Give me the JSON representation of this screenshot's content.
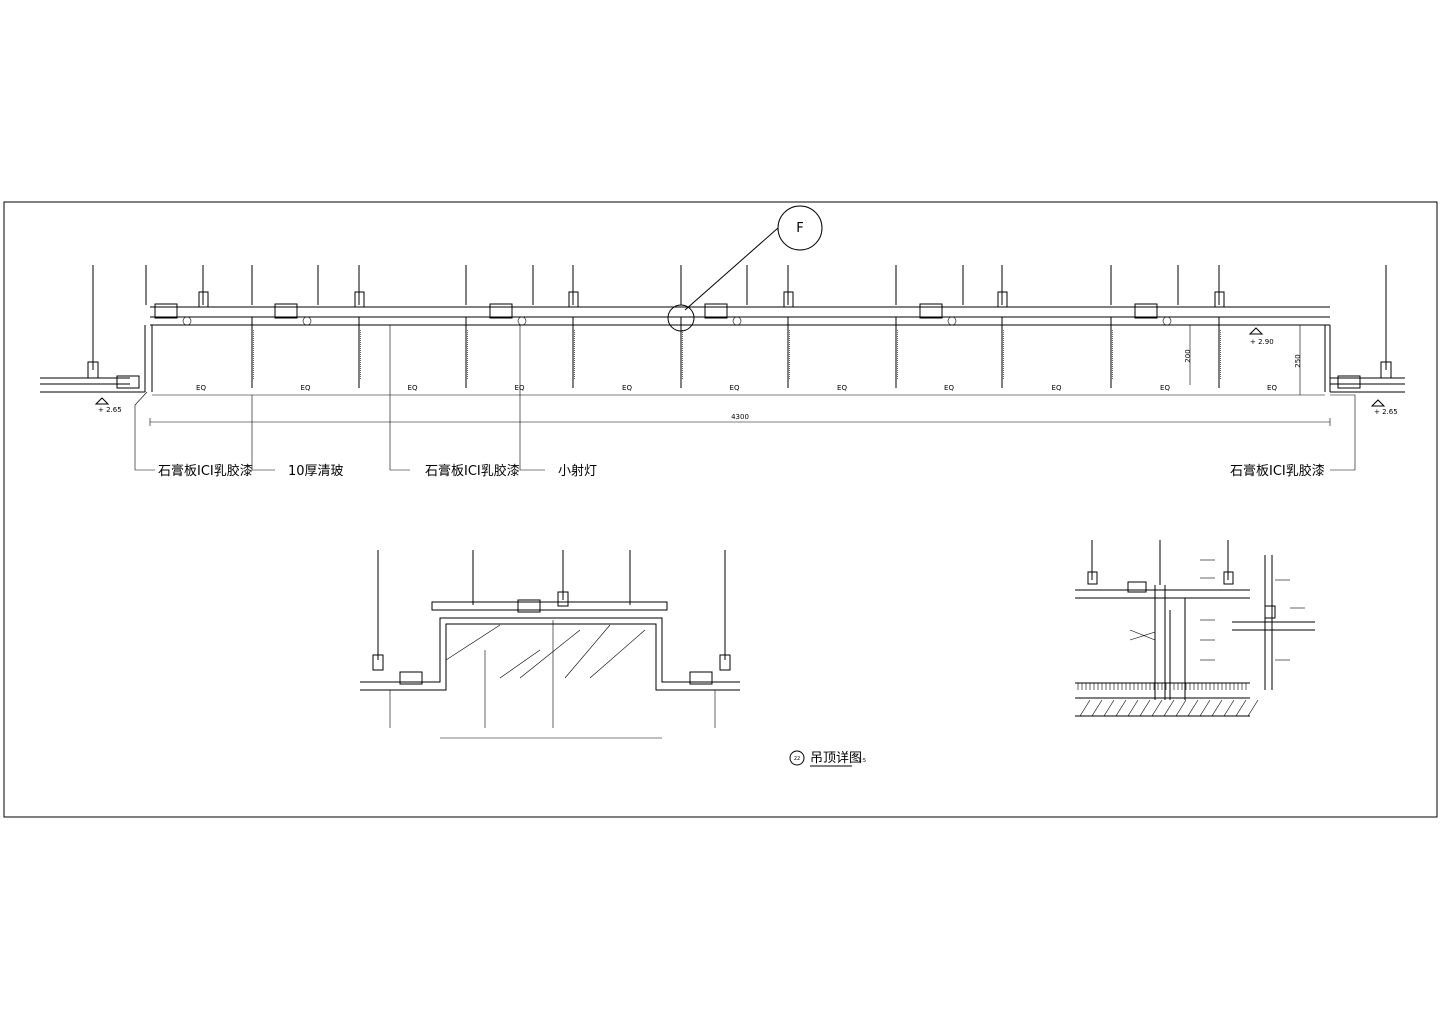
{
  "elevation": {
    "grid_label": "F",
    "level_left": "+ 2.65",
    "level_right": "+ 2.65",
    "level_mid": "+ 2.90",
    "bay_label": "EQ",
    "total_width": "4300",
    "dim_200": "200",
    "dim_250": "250",
    "callouts": {
      "gypsum_left": "石膏板ICI乳胶漆",
      "glass": "10厚清玻",
      "gypsum_mid": "石膏板ICI乳胶漆",
      "spotlight": "小射灯",
      "gypsum_right": "石膏板ICI乳胶漆"
    }
  },
  "detail": {
    "title": "吊顶详图",
    "number": "22",
    "scale": "1:5"
  }
}
